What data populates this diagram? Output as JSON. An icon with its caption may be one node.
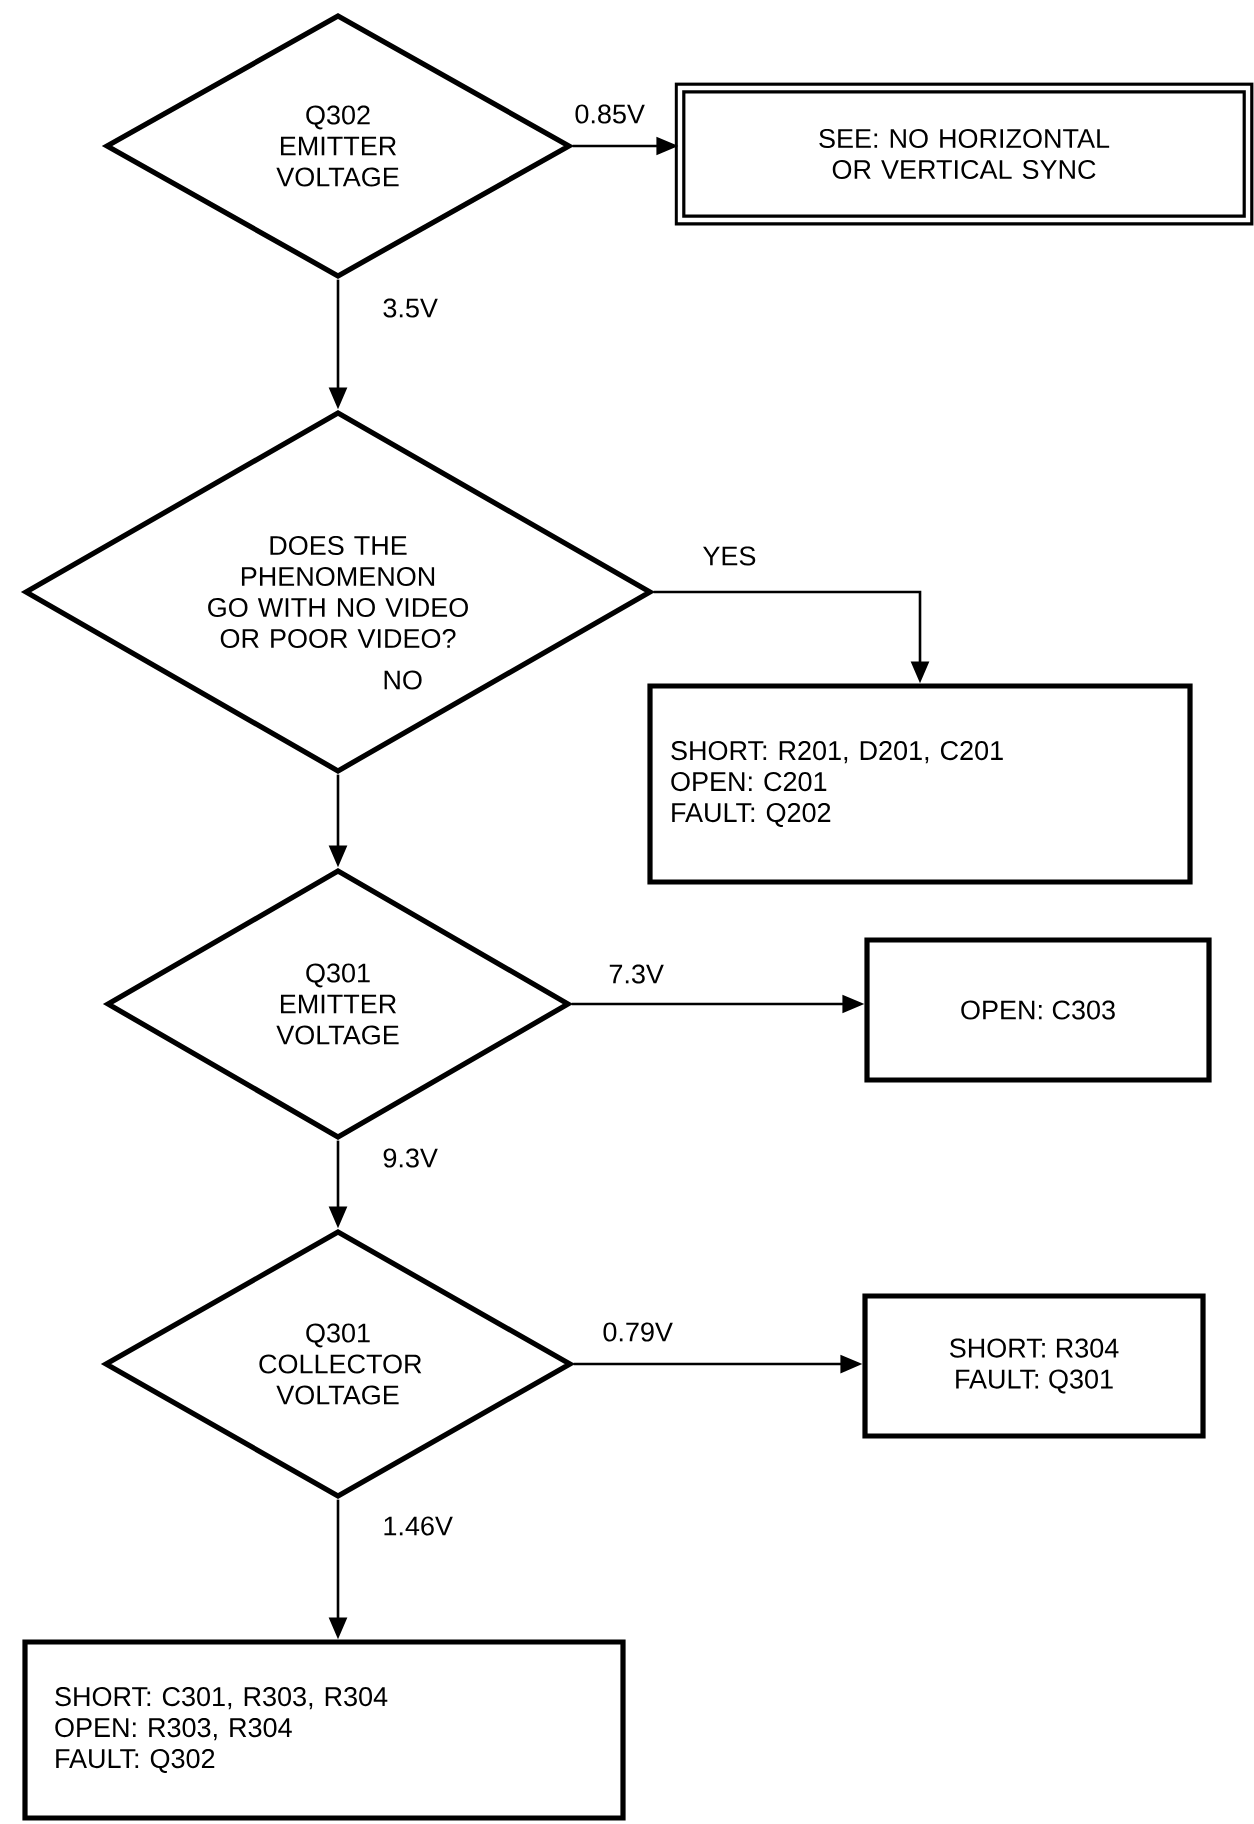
{
  "diagram": {
    "nodes": [
      {
        "text": [
          "Q302 EMITTER VOLTAGE"
        ]
      },
      {
        "text": [
          "SEE:  NO HORIZONTAL OR VERTICAL SYNC"
        ]
      },
      {
        "text": [
          "DOES THE PHENOMENON GO WITH NO VIDEO OR POOR VIDEO?"
        ]
      },
      {
        "text": [
          "SHORT:  R201, D201, C201",
          "OPEN:    C201",
          "FAULT: Q202"
        ]
      },
      {
        "text": [
          "Q301 EMITTER VOLTAGE"
        ]
      },
      {
        "text": [
          "OPEN: C303"
        ]
      },
      {
        "text": [
          "Q301 COLLECTOR VOLTAGE"
        ]
      },
      {
        "text": [
          "SHORT: R304",
          "FAULT: Q301"
        ]
      },
      {
        "text": [
          "SHORT:  C301, R303, R304",
          "OPEN:    R303, R304",
          "FAULT: Q302"
        ]
      }
    ],
    "edges": [
      {
        "from": 0,
        "to": 1,
        "arrow": "to",
        "label": "0.85V"
      },
      {
        "from": 0,
        "to": 2,
        "arrow": "to",
        "label": "3.5V"
      },
      {
        "from": 2,
        "to": 3,
        "arrow": "to",
        "label": "YES"
      },
      {
        "from": 2,
        "to": 4,
        "arrow": "to",
        "label": "NO"
      },
      {
        "from": 4,
        "to": 5,
        "arrow": "to",
        "label": "7.3V"
      },
      {
        "from": 4,
        "to": 6,
        "arrow": "to",
        "label": "9.3V"
      },
      {
        "from": 6,
        "to": 7,
        "arrow": "to",
        "label": "0.79V"
      },
      {
        "from": 6,
        "to": 8,
        "arrow": "to",
        "label": "1.46V"
      }
    ]
  }
}
